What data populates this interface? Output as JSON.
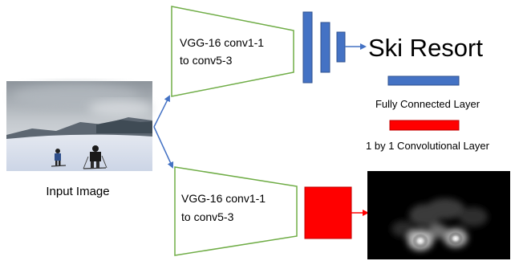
{
  "input_label": "Input Image",
  "top_encoder_label": [
    "VGG-16 conv1-1",
    "to conv5-3"
  ],
  "bottom_encoder_label": [
    "VGG-16 conv1-1",
    "to conv5-3"
  ],
  "prediction": "Ski Resort",
  "legend": [
    {
      "label": "Fully Connected Layer",
      "color": "#4472c4"
    },
    {
      "label": "1 by 1 Convolutional Layer",
      "color": "#ff0000"
    }
  ],
  "colors": {
    "encoder_outline": "#70ad47",
    "fc_fill": "#4472c4",
    "fc_stroke": "#2f528f",
    "conv_fill": "#ff0000",
    "conv_stroke": "#c00000",
    "arrow_blue": "#4472c4",
    "arrow_red": "#ff0000",
    "heatmap_bg": "#000000"
  }
}
